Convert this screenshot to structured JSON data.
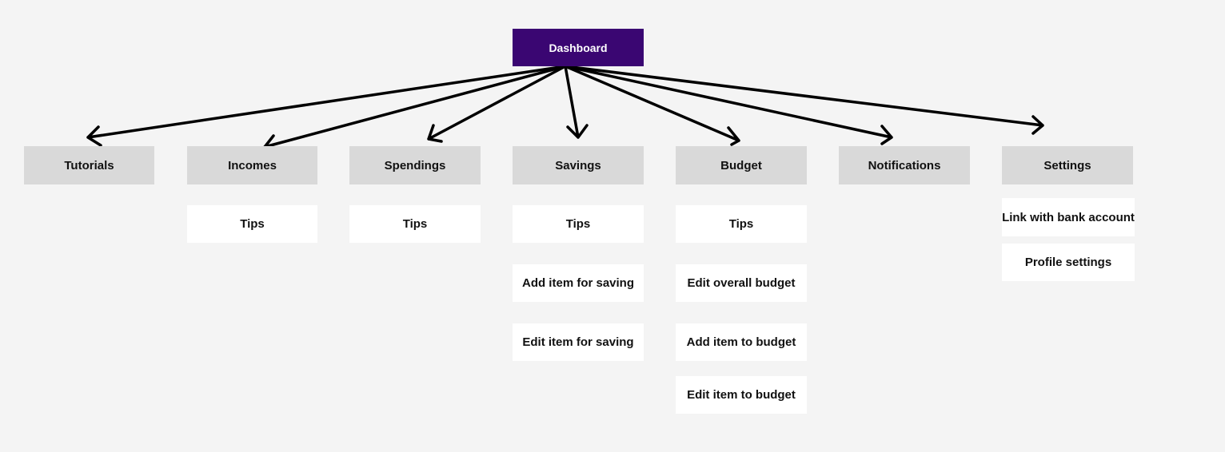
{
  "root": {
    "label": "Dashboard"
  },
  "categories": [
    {
      "label": "Tutorials",
      "children": []
    },
    {
      "label": "Incomes",
      "children": [
        "Tips"
      ]
    },
    {
      "label": "Spendings",
      "children": [
        "Tips"
      ]
    },
    {
      "label": "Savings",
      "children": [
        "Tips",
        "Add item for saving",
        "Edit item for saving"
      ]
    },
    {
      "label": "Budget",
      "children": [
        "Tips",
        "Edit overall budget",
        "Add item to budget",
        "Edit item to budget"
      ]
    },
    {
      "label": "Notifications",
      "children": []
    },
    {
      "label": "Settings",
      "children": [
        "Link with bank account",
        "Profile settings"
      ]
    }
  ],
  "colors": {
    "background": "#f4f4f4",
    "root_fill": "#3a0672",
    "root_text": "#ffffff",
    "category_fill": "#d9d9d9",
    "leaf_fill": "#ffffff",
    "arrow": "#000000"
  }
}
